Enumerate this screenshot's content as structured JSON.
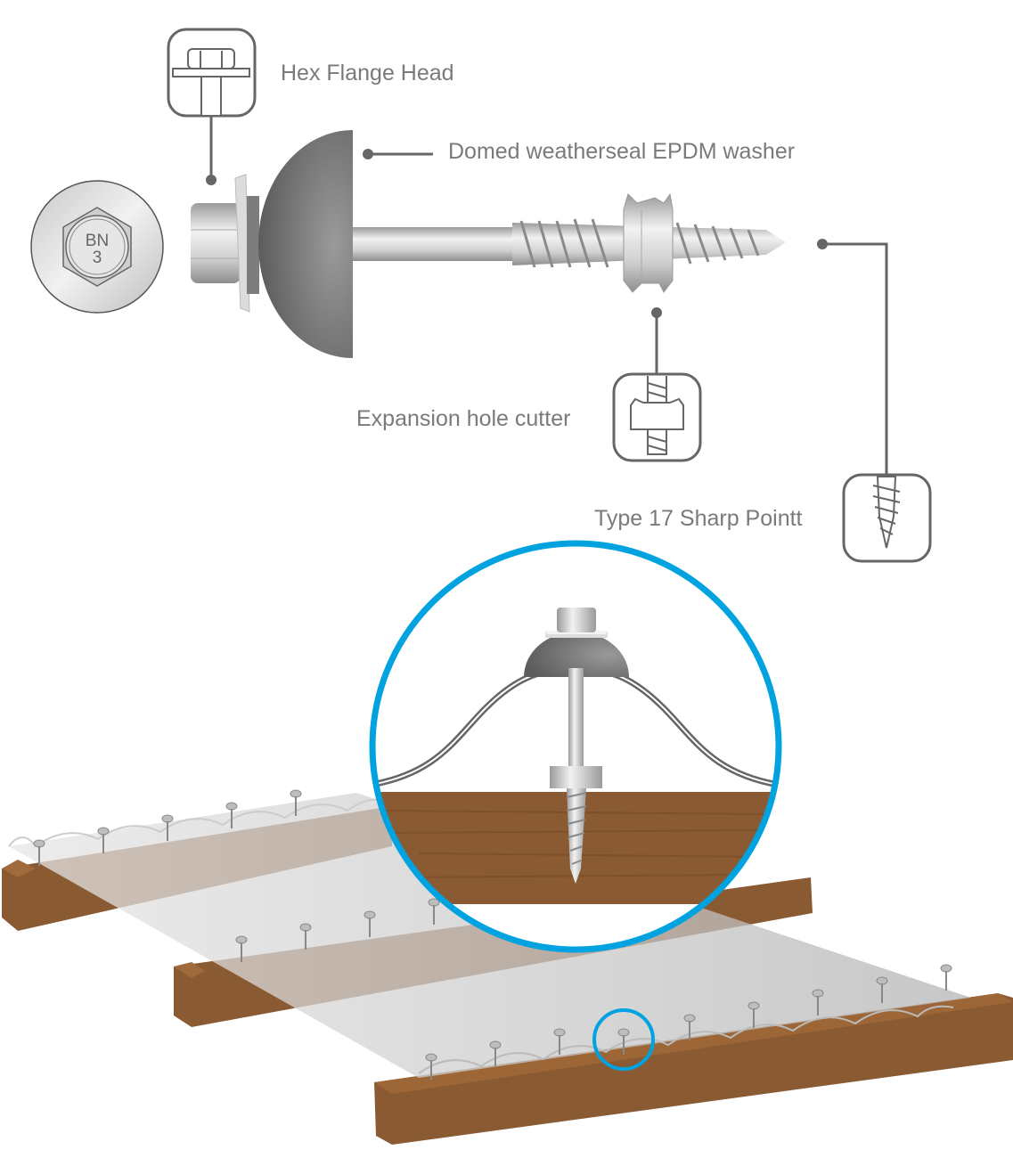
{
  "labels": {
    "hex_flange_head": "Hex Flange Head",
    "domed_washer": "Domed weatherseal EPDM washer",
    "expansion_cutter": "Expansion hole cutter",
    "sharp_point": "Type 17 Sharp Pointt"
  },
  "head_marking": {
    "line1": "BN",
    "line2": "3"
  },
  "colors": {
    "accent_circle": "#00a3e0",
    "wood": "#8a5a32",
    "leader": "#666666",
    "washer": "#6b6b6b"
  }
}
